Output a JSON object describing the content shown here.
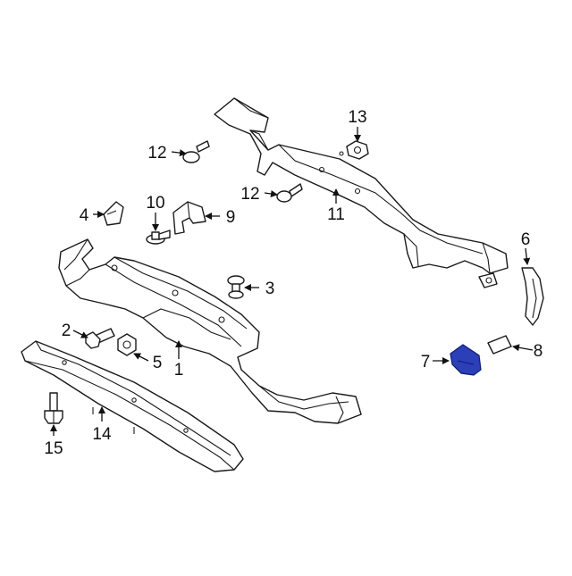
{
  "colors": {
    "line": "#1a1a1a",
    "highlight_fill": "#2a3fb8",
    "highlight_stroke": "#0d1a78",
    "background": "#ffffff"
  },
  "callouts": {
    "c1": "1",
    "c2": "2",
    "c3": "3",
    "c4": "4",
    "c5": "5",
    "c6": "6",
    "c7": "7",
    "c8": "8",
    "c9": "9",
    "c10": "10",
    "c11": "11",
    "c12a": "12",
    "c12b": "12",
    "c13": "13",
    "c14": "14",
    "c15": "15"
  },
  "highlighted_part": "7"
}
